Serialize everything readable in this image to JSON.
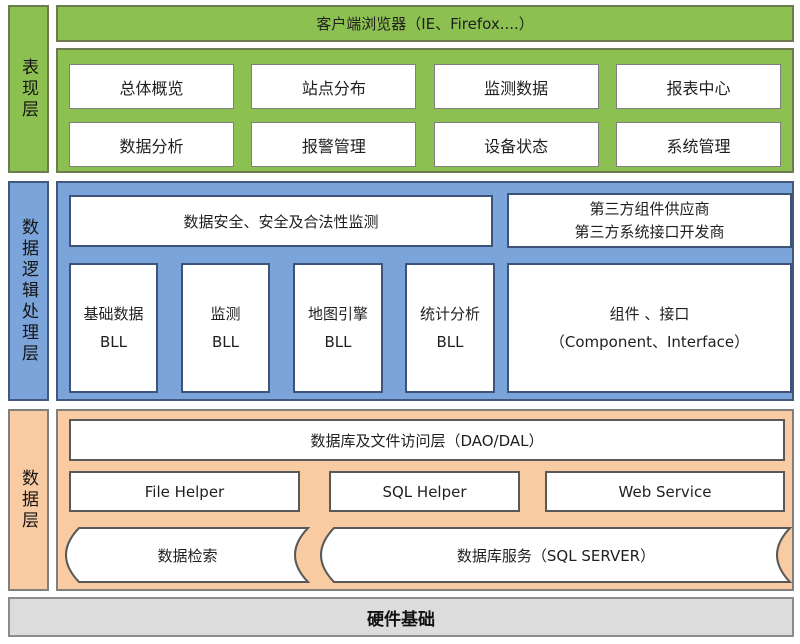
{
  "diagram": {
    "presentation_layer": {
      "label": "表现层",
      "browser_bar": "客户端浏览器（IE、Firefox....）",
      "modules": [
        "总体概览",
        "站点分布",
        "监测数据",
        "报表中心",
        "数据分析",
        "报警管理",
        "设备状态",
        "系统管理"
      ]
    },
    "logic_layer": {
      "label": "数据逻辑处理层",
      "security_box": "数据安全、安全及合法性监测",
      "third_party": {
        "line1": "第三方组件供应商",
        "line2": "第三方系统接口开发商"
      },
      "bll_boxes": [
        {
          "line1": "基础数据",
          "line2": "BLL"
        },
        {
          "line1": "监测",
          "line2": "BLL"
        },
        {
          "line1": "地图引擎",
          "line2": "BLL"
        },
        {
          "line1": "统计分析",
          "line2": "BLL"
        }
      ],
      "component_box": {
        "line1": "组件 、接口",
        "line2": "（Component、Interface）"
      }
    },
    "data_layer": {
      "label": "数据层",
      "dao_box": "数据库及文件访问层（DAO/DAL）",
      "helper_boxes": [
        "File Helper",
        "SQL Helper",
        "Web Service"
      ],
      "storage_boxes": [
        "数据检索",
        "数据库服务（SQL SERVER）"
      ]
    },
    "hardware_layer": {
      "label": "硬件基础"
    }
  },
  "colors": {
    "green_fill": "#8cc152",
    "green_border": "#6e7b50",
    "blue_fill": "#7ba4da",
    "blue_border": "#44587e",
    "blue_box_border": "#3e537a",
    "orange_fill": "#f9cba3",
    "orange_border": "#7f7f7f",
    "orange_box_border": "#595959",
    "gray_fill": "#dcdcdc",
    "gray_border": "#8c8c8c",
    "button_border": "#7f7f7f",
    "text": "#1f1f1f"
  }
}
